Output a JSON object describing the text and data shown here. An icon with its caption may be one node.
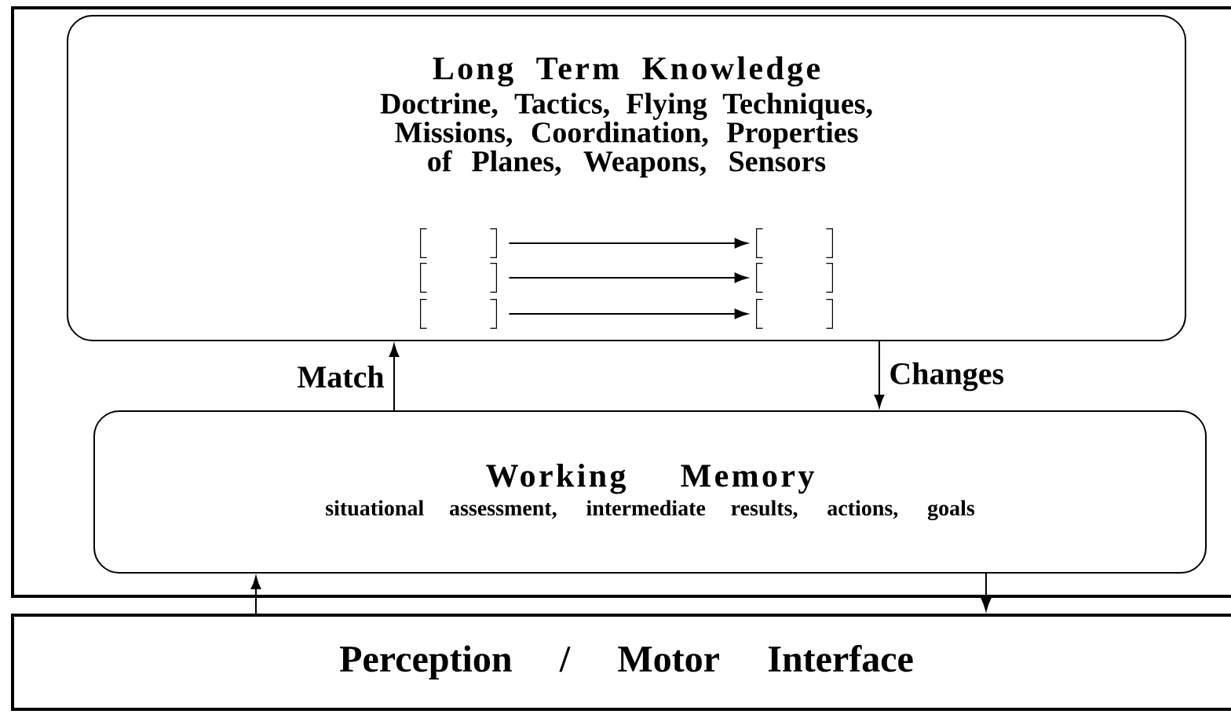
{
  "diagram": {
    "nodes": [
      {
        "text": [],
        "shape": "box"
      },
      {
        "text": [
          "Long Term Knowledge",
          "Doctrine, Tactics, Flying Techniques, Missions, Coordination, Properties of Planes, Weapons, Sensors"
        ],
        "in": 0
      },
      {
        "text": [],
        "shape": "bracket",
        "in": 1
      },
      {
        "text": [],
        "shape": "bracket",
        "in": 1
      },
      {
        "text": [],
        "shape": "bracket",
        "in": 1
      },
      {
        "text": [],
        "shape": "bracket",
        "in": 1
      },
      {
        "text": [],
        "shape": "bracket",
        "in": 1
      },
      {
        "text": [],
        "shape": "bracket",
        "in": 1
      },
      {
        "text": [
          "Working Memory",
          "situational assessment, intermediate results, actions, goals"
        ],
        "in": 0
      },
      {
        "text": [
          "Perception / Motor Interface"
        ]
      }
    ],
    "edges": [
      {
        "from": 2,
        "to": 3,
        "arrow": "to"
      },
      {
        "from": 4,
        "to": 5,
        "arrow": "to"
      },
      {
        "from": 6,
        "to": 7,
        "arrow": "to"
      },
      {
        "from": 8,
        "to": 1,
        "arrow": "to",
        "label": "Match"
      },
      {
        "from": 1,
        "to": 8,
        "arrow": "to",
        "label": "Changes"
      },
      {
        "from": 9,
        "to": 8,
        "arrow": "to"
      },
      {
        "from": 8,
        "to": 9,
        "arrow": "to"
      }
    ]
  }
}
